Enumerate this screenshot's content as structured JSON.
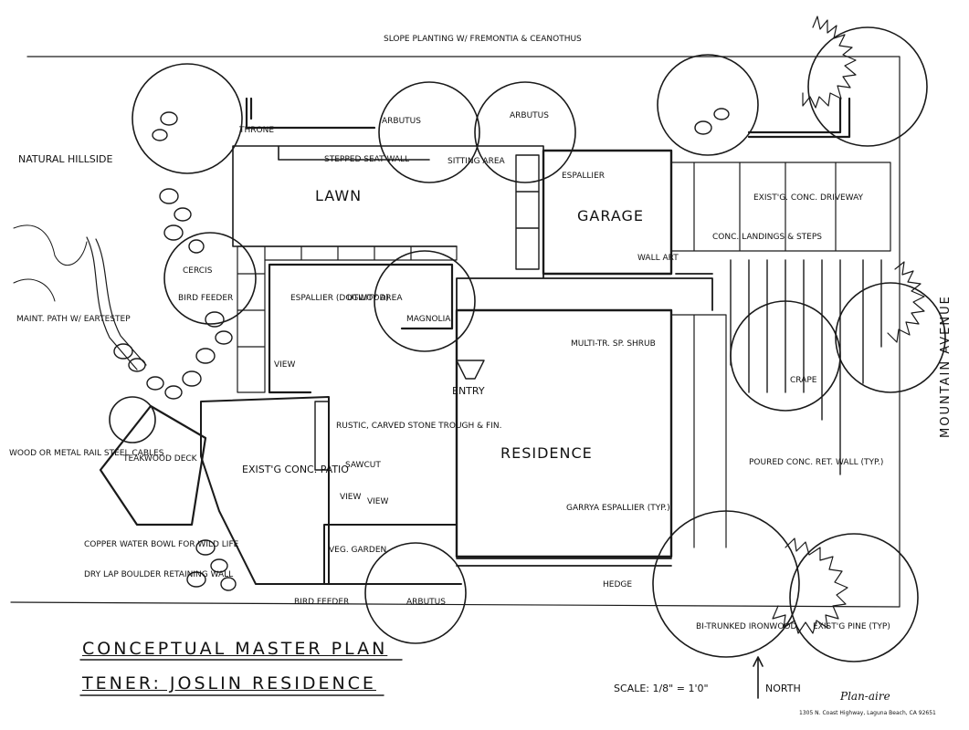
{
  "title": {
    "line1": "Conceptual Master Plan",
    "line2": "Tener: Joslin Residence"
  },
  "scale": "Scale: 1/8\" = 1'0\"",
  "north": "North",
  "firm": {
    "name": "Plan-aire",
    "address": "1305 N. Coast Highway, Laguna Beach, CA 92651"
  },
  "street": "Mountain Avenue",
  "rooms": {
    "residence": "Residence",
    "garage": "Garage",
    "lawn": "Lawn",
    "entry": "Entry",
    "utility": "Utility Area"
  },
  "labels": {
    "slope_planting": "Slope planting w/ Fremontia & Ceanothus",
    "natural_hillside": "Natural Hillside",
    "throne": "Throne",
    "arbutus_1": "Arbutus",
    "arbutus_2": "Arbutus",
    "arbutus_3": "Arbutus",
    "stepped_seat_wall": "Stepped seat wall",
    "sitting_area": "Sitting Area",
    "espallier_1": "Espallier",
    "exist_driveway": "Exist'g. Conc. Driveway",
    "conc_landings": "Conc. landings & steps",
    "wall_art": "Wall Art",
    "espallier_dogwood": "Espallier (Dogwood)",
    "magnolia": "Magnolia",
    "cercis": "Cercis",
    "bird_feeder": "Bird Feeder",
    "maint_path": "Maint. path w/ Eartestep",
    "view_1": "View",
    "multi_trunk": "Multi-tr. Sp. Shrub",
    "crape": "Crape",
    "rustic_trough": "Rustic, carved stone trough & fin.",
    "sawcut": "Sawcut",
    "exist_patio": "Exist'g Conc. Patio",
    "wood_rail": "Wood or metal rail steel cables",
    "teakwood_deck": "Teakwood Deck",
    "poured_wall": "Poured conc. ret. wall (typ.)",
    "garrya_espallier": "Garrya Espallier (typ.)",
    "copper_bowl": "Copper water bowl for wild life",
    "dry_boulder": "Dry lap boulder retaining wall",
    "veg_garden": "Veg. garden",
    "bird_feeder_2": "Bird feeder",
    "hedge": "Hedge",
    "ironwood": "Bi-trunked Ironwood",
    "exist_pine": "Exist'g Pine (typ)",
    "view_2": "View",
    "view_3": "View"
  },
  "colors": {
    "ink": "#1a1a1a",
    "paper": "#ffffff"
  }
}
